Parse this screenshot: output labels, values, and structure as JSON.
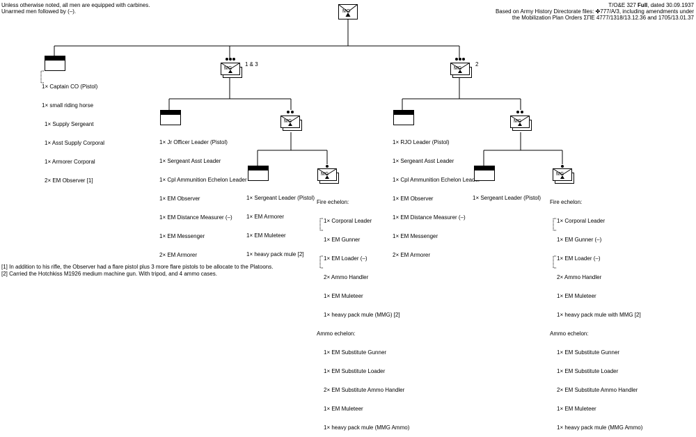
{
  "header_left": {
    "line1": "Unless otherwise noted, all men are equipped with carbines.",
    "line2": "Unarmed men followed by (–)."
  },
  "header_right": {
    "line1_pre": "T/O&E 327 ",
    "line1_bold": "Full",
    "line1_post": ", dated 30.09.1937",
    "line2": "Based on Army History Directorate files: ✤777/A/3, including amendments under",
    "line3": "the Mobilization Plan Orders ΣΠΕ 4777/1318/13.12.36 and 1705/13.01.37"
  },
  "symbol_text": "MG",
  "top_unit": {},
  "battalion_hq": {
    "items": [
      "1× Captain CO (Pistol)",
      "1× small riding horse",
      "1× Supply Sergeant",
      "1× Asst Supply Corporal",
      "1× Armorer Corporal",
      "2× EM Observer [1]"
    ]
  },
  "company_a": {
    "label": "1 & 3",
    "hq_items": [
      "1× Jr Officer Leader (Pistol)",
      "1× Sergeant Asst Leader",
      "1× Cpl Ammunition Echelon Leader",
      "1× EM Observer",
      "1× EM Distance Measurer (–)",
      "1× EM Messenger",
      "2× EM Armorer"
    ],
    "plt_hq_items": [
      "1× Sergeant Leader (Pistol)",
      "1× EM Armorer",
      "1× EM Muleteer",
      "1× heavy pack mule [2]"
    ],
    "squad": {
      "fire_title": "Fire echelon:",
      "fire_items": [
        "1× Corporal Leader",
        "1× EM Gunner",
        "1× EM Loader (–)",
        "2× Ammo Handler",
        "1× EM Muleteer",
        "1× heavy pack mule (MMG) [2]"
      ],
      "ammo_title": "Ammo echelon:",
      "ammo_items": [
        "1× EM Substitute Gunner",
        "1× EM Substitute Loader",
        "2× EM Substitute Ammo Handler",
        "1× EM Muleteer",
        "1× heavy pack mule (MMG Ammo)"
      ]
    }
  },
  "company_b": {
    "label": "2",
    "hq_items": [
      "1× RJO Leader (Pistol)",
      "1× Sergeant Asst Leader",
      "1× Cpl Ammunition Echelon Leader",
      "1× EM Observer",
      "1× EM Distance Measurer (–)",
      "1× EM Messenger",
      "2× EM Armorer"
    ],
    "plt_hq_items": [
      "1× Sergeant Leader (Pistol)"
    ],
    "squad": {
      "fire_title": "Fire echelon:",
      "fire_items": [
        "1× Corporal Leader",
        "1× EM Gunner (–)",
        "1× EM Loader (–)",
        "2× Ammo Handler",
        "1× EM Muleteer",
        "1× heavy pack mule with MMG [2]"
      ],
      "ammo_title": "Ammo echelon:",
      "ammo_items": [
        "1× EM Substitute Gunner",
        "1× EM Substitute Loader",
        "2× EM Substitute Ammo Handler",
        "1× EM Muleteer",
        "1× heavy pack mule (MMG Ammo)"
      ]
    }
  },
  "footnotes": [
    "[1] In addition to his rifle, the Observer had a flare pistol plus 3 more flare pistols to be allocate to the Platoons.",
    "[2] Carried the Hotchkiss M1926 medium machine gun. With tripod, and 4 ammo cases."
  ]
}
